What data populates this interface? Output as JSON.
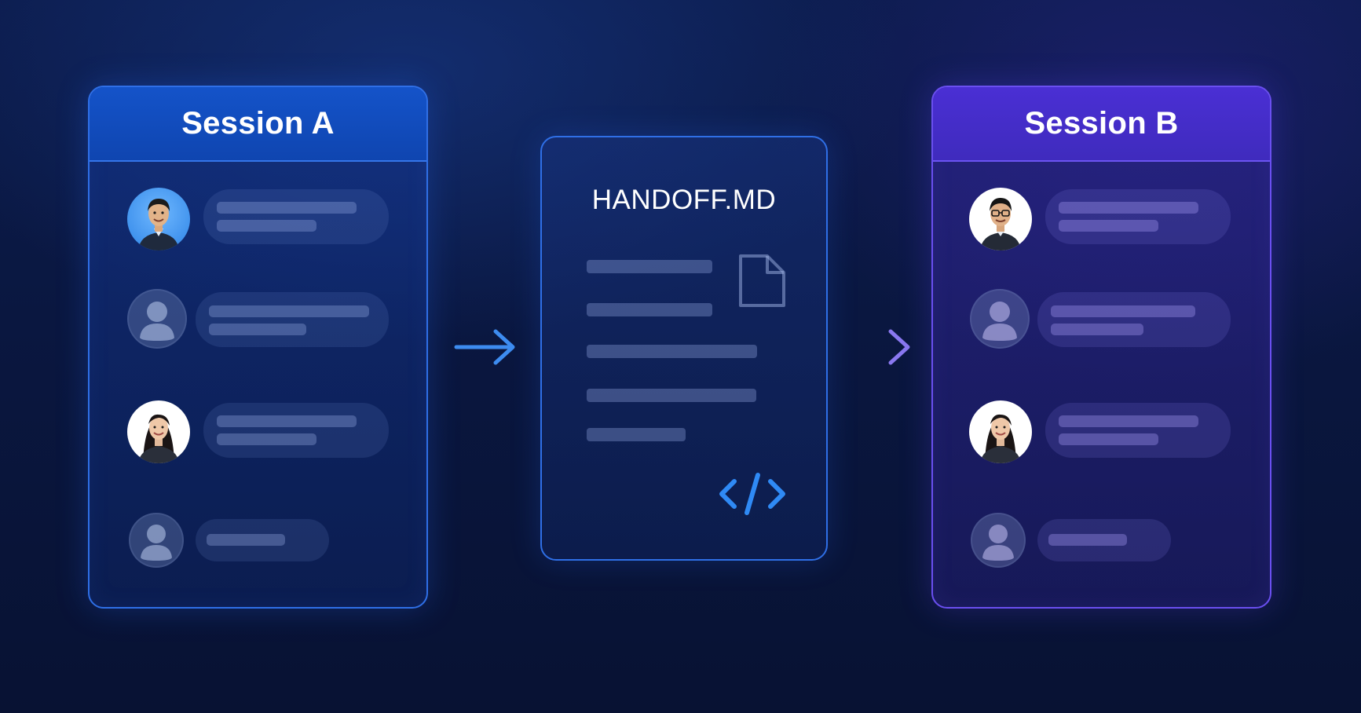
{
  "session_a": {
    "title": "Session A",
    "participants": [
      {
        "avatar": "person-photo-man-icon"
      },
      {
        "avatar": "person-placeholder-icon"
      },
      {
        "avatar": "person-photo-woman-icon"
      },
      {
        "avatar": "person-placeholder-icon"
      }
    ]
  },
  "handoff": {
    "title": "HANDOFF.MD",
    "icons": [
      "file-icon",
      "code-icon"
    ]
  },
  "session_b": {
    "title": "Session B",
    "participants": [
      {
        "avatar": "person-photo-man-glasses-icon"
      },
      {
        "avatar": "person-placeholder-icon"
      },
      {
        "avatar": "person-photo-woman-icon"
      },
      {
        "avatar": "person-placeholder-icon"
      }
    ]
  },
  "arrows": [
    "arrow-right-icon",
    "arrow-right-icon"
  ],
  "colors": {
    "session_a_accent": "#2f6fe6",
    "session_b_accent": "#6a4ff0",
    "arrow_blue": "#3d8cf0",
    "arrow_purple": "#8a78f0",
    "background": "#0a1740"
  }
}
